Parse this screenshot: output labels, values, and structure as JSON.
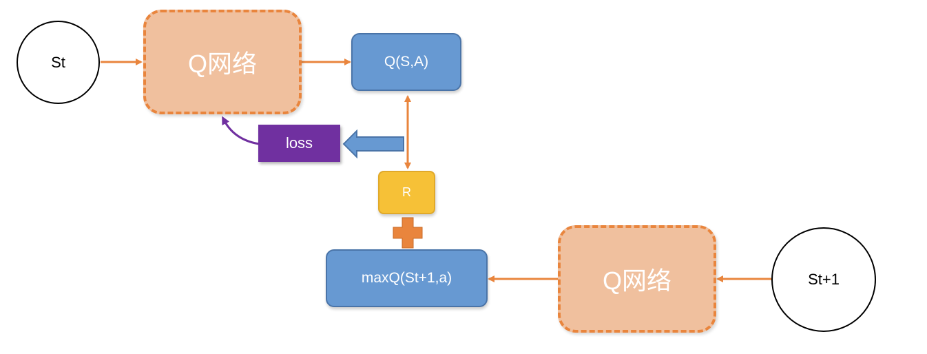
{
  "nodes": {
    "state_t": "St",
    "q_network_top": "Q网络",
    "q_value": "Q(S,A)",
    "loss": "loss",
    "reward": "R",
    "max_q_next": "maxQ(St+1,a)",
    "q_network_bottom": "Q网络",
    "state_t1": "St+1"
  },
  "colors": {
    "connector_orange": "#e9853d",
    "q_network_fill": "#f0c09e",
    "blue_box": "#6799d2",
    "loss_box": "#7030a0",
    "reward_box": "#f6c137",
    "loss_feedback_arrow": "#7030a0"
  }
}
